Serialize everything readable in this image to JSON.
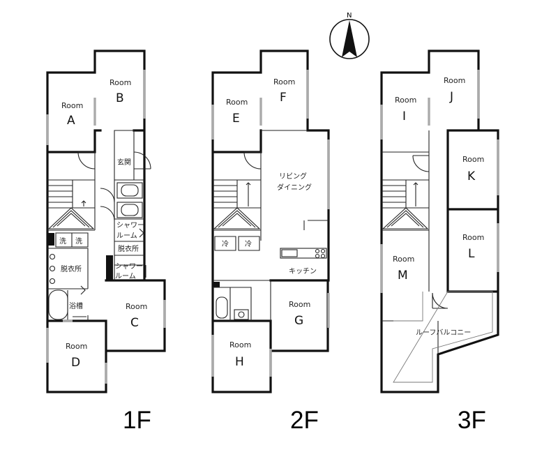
{
  "compass": {
    "label": "N"
  },
  "floors": {
    "first": {
      "label": "1F"
    },
    "second": {
      "label": "2F"
    },
    "third": {
      "label": "3F"
    }
  },
  "rooms": {
    "a": {
      "name": "Room",
      "letter": "A"
    },
    "b": {
      "name": "Room",
      "letter": "B"
    },
    "c": {
      "name": "Room",
      "letter": "C"
    },
    "d": {
      "name": "Room",
      "letter": "D"
    },
    "e": {
      "name": "Room",
      "letter": "E"
    },
    "f": {
      "name": "Room",
      "letter": "F"
    },
    "g": {
      "name": "Room",
      "letter": "G"
    },
    "h": {
      "name": "Room",
      "letter": "H"
    },
    "i": {
      "name": "Room",
      "letter": "I"
    },
    "j": {
      "name": "Room",
      "letter": "J"
    },
    "k": {
      "name": "Room",
      "letter": "K"
    },
    "l": {
      "name": "Room",
      "letter": "L"
    },
    "m": {
      "name": "Room",
      "letter": "M"
    }
  },
  "labels": {
    "entrance": "玄関",
    "washer_1": "洗",
    "washer_2": "洗",
    "dressing_left": "脱衣所",
    "bath": "浴槽",
    "shower_top_1": "シャワー",
    "shower_top_2": "ルーム",
    "dressing_right": "脱衣所",
    "shower_bottom_1": "シャワー",
    "shower_bottom_2": "ルーム",
    "living_1": "リビング",
    "living_2": "ダイニング",
    "fridge_1": "冷",
    "fridge_2": "冷",
    "kitchen": "キッチン",
    "balcony": "ルーフバルコニー"
  }
}
